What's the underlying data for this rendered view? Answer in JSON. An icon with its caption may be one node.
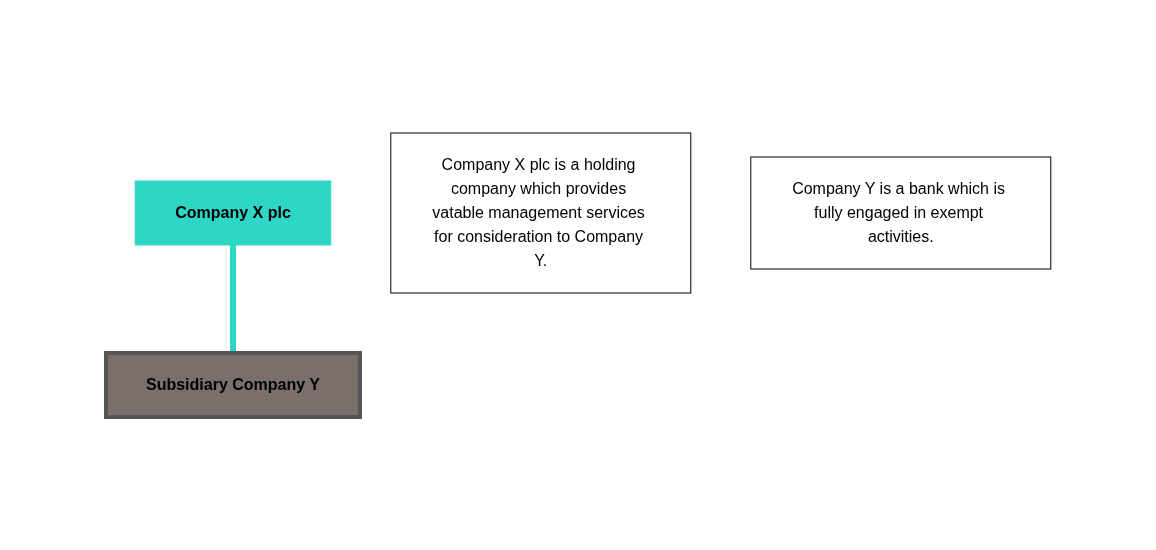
{
  "diagram": {
    "nodes": [
      {
        "text": [
          "Company X plc"
        ]
      },
      {
        "text": [
          "Subsidiary Company Y"
        ]
      },
      {
        "text": [
          "Company X plc is a holding company which provides vatable management services for consideration to Company Y."
        ]
      },
      {
        "text": [
          "Company Y is a bank which is fully engaged in exempt activities."
        ]
      }
    ],
    "edges": [
      {
        "from": 0,
        "to": 1,
        "arrow": "none",
        "color": "#2ed6c6"
      }
    ]
  }
}
